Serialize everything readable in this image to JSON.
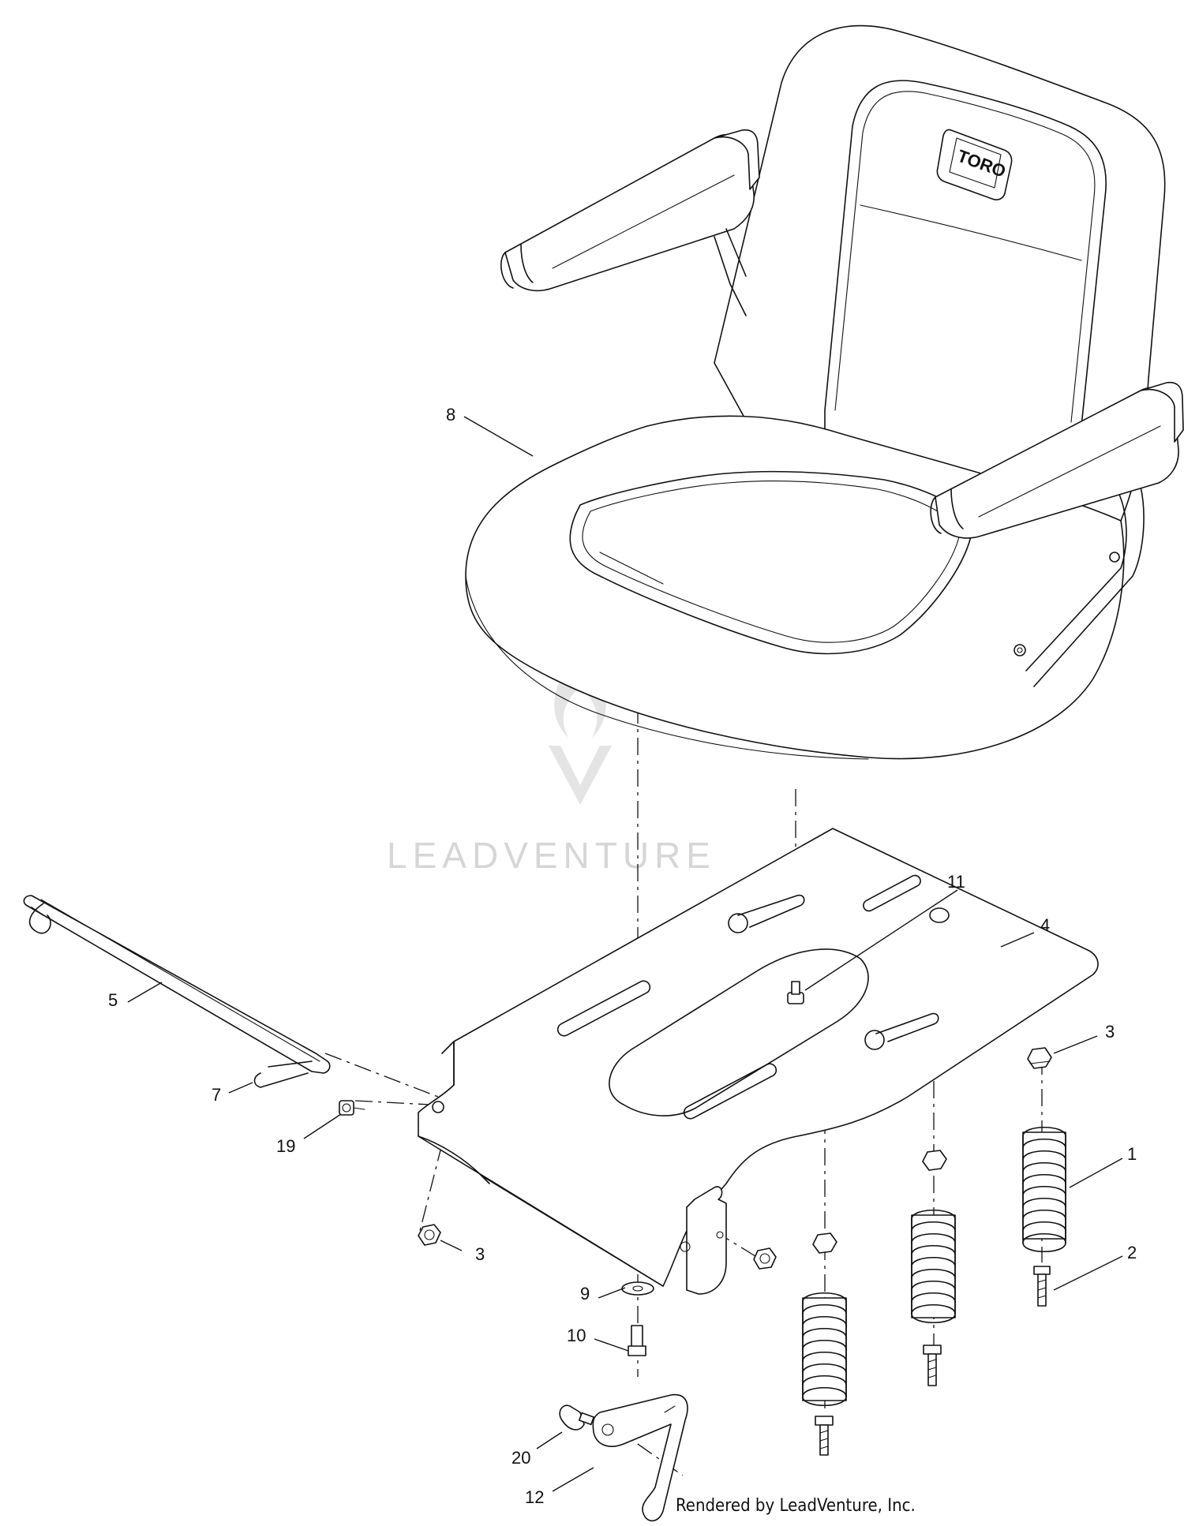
{
  "watermark": {
    "text": "LEADVENTURE"
  },
  "seat_logo": {
    "text": "TORO"
  },
  "footer": {
    "credit": "Rendered by LeadVenture, Inc."
  },
  "callouts": [
    {
      "id": "8",
      "label": "8"
    },
    {
      "id": "11",
      "label": "11"
    },
    {
      "id": "4",
      "label": "4"
    },
    {
      "id": "5",
      "label": "5"
    },
    {
      "id": "7",
      "label": "7"
    },
    {
      "id": "19",
      "label": "19"
    },
    {
      "id": "3a",
      "label": "3"
    },
    {
      "id": "3b",
      "label": "3"
    },
    {
      "id": "1",
      "label": "1"
    },
    {
      "id": "2",
      "label": "2"
    },
    {
      "id": "9",
      "label": "9"
    },
    {
      "id": "10",
      "label": "10"
    },
    {
      "id": "20",
      "label": "20"
    },
    {
      "id": "12",
      "label": "12"
    }
  ]
}
